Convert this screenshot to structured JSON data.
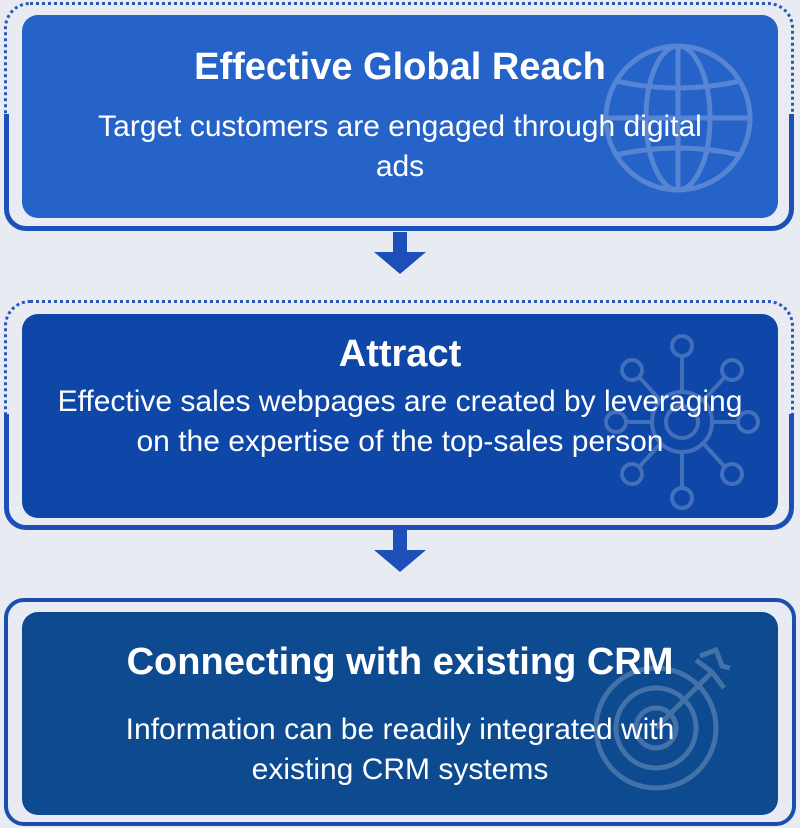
{
  "steps": [
    {
      "title": "Effective Global Reach",
      "description": "Target customers are engaged through digital ads",
      "icon": "globe-icon"
    },
    {
      "title": "Attract",
      "description": "Effective sales webpages are created by leveraging on the expertise of the top-sales person",
      "icon": "network-hub-icon"
    },
    {
      "title": "Connecting with existing CRM",
      "description": "Information can be readily integrated with existing CRM systems",
      "icon": "target-icon"
    }
  ],
  "colors": {
    "background": "#e9ebf3",
    "step1": "#2663c8",
    "step2": "#0e47a8",
    "step3": "#0d4a8f",
    "frame": "#1d4fb8"
  }
}
